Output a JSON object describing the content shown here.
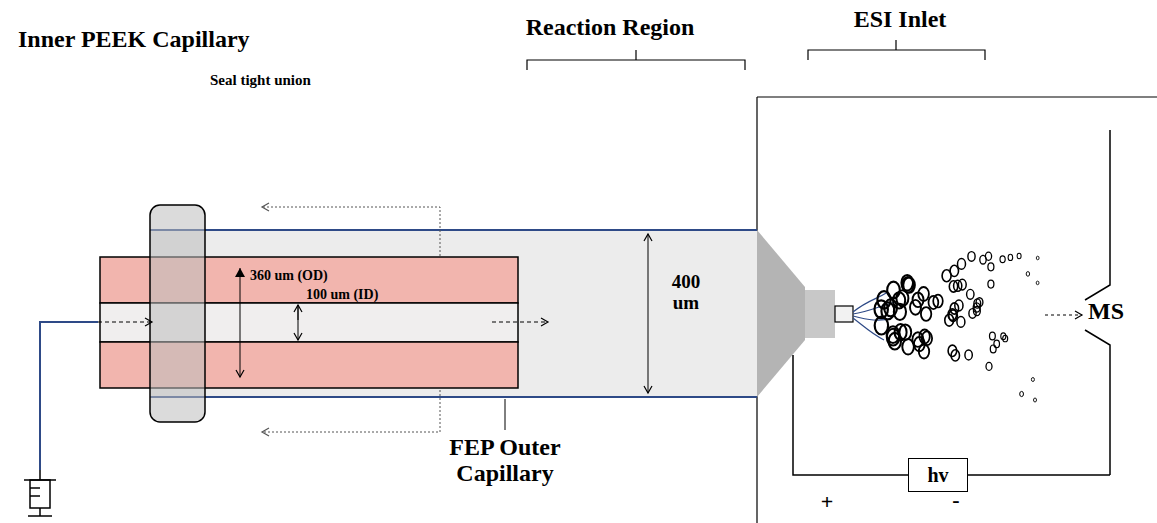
{
  "diagram": {
    "nodes": [
      {
        "text": [
          "hv"
        ]
      }
    ],
    "labels": [
      "Inner PEEK Capillary",
      "Seal tight union",
      "Reaction Region",
      "ESI Inlet",
      "360 um (OD)",
      "100 um (ID)",
      "400 um",
      "MS",
      "FEP Outer Capillary",
      "+",
      "-"
    ]
  }
}
